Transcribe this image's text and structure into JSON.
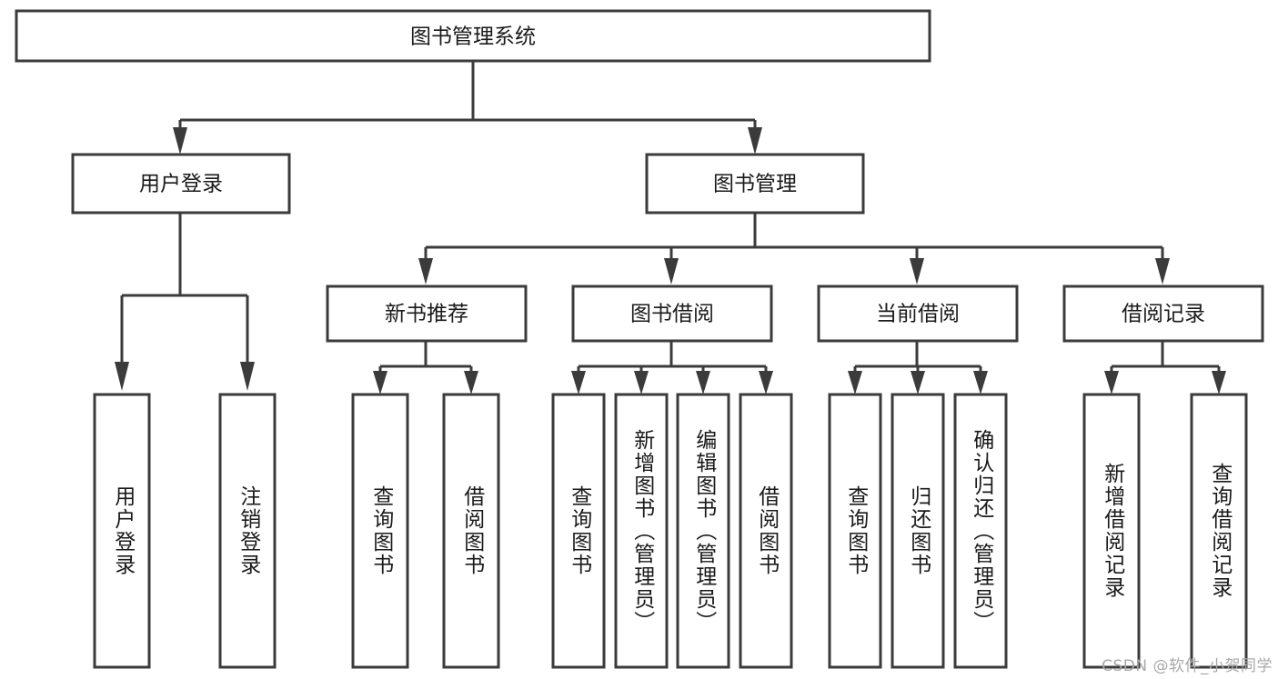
{
  "diagram": {
    "title": "图书管理系统",
    "type": "tree",
    "watermark": "CSDN @软件_小贺同学",
    "colors": {
      "box_fill": "#ffffff",
      "box_stroke": "#3b3b3b",
      "text": "#1a1a1a",
      "watermark": "#a8a8a8",
      "background": "#ffffff"
    },
    "root": {
      "label": "图书管理系统"
    },
    "level2": [
      {
        "label": "用户登录"
      },
      {
        "label": "图书管理"
      }
    ],
    "level3": [
      {
        "label": "新书推荐"
      },
      {
        "label": "图书借阅"
      },
      {
        "label": "当前借阅"
      },
      {
        "label": "借阅记录"
      }
    ],
    "leaves": {
      "user_login": [
        {
          "label": "用户登录"
        },
        {
          "label": "注销登录"
        }
      ],
      "new_book_recommend": [
        {
          "label": "查询图书"
        },
        {
          "label": "借阅图书"
        }
      ],
      "book_borrow": [
        {
          "label": "查询图书"
        },
        {
          "label": "新增图书（管理员）"
        },
        {
          "label": "编辑图书（管理员）"
        },
        {
          "label": "借阅图书"
        }
      ],
      "current_borrow": [
        {
          "label": "查询图书"
        },
        {
          "label": "归还图书"
        },
        {
          "label": "确认归还（管理员）"
        }
      ],
      "borrow_record": [
        {
          "label": "新增借阅记录"
        },
        {
          "label": "查询借阅记录"
        }
      ]
    }
  }
}
